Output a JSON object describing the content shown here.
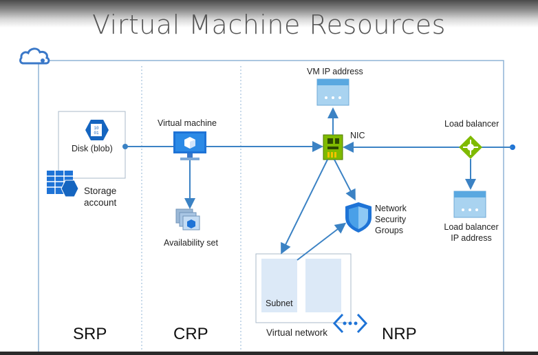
{
  "title": "Virtual Machine Resources",
  "nodes": {
    "disk": "Disk (blob)",
    "storage_line1": "Storage",
    "storage_line2": "account",
    "vm": "Virtual machine",
    "availability": "Availability set",
    "vm_ip": "VM IP address",
    "nic": "NIC",
    "load_balancer": "Load balancer",
    "lb_ip_line1": "Load balancer",
    "lb_ip_line2": "IP address",
    "nsg_line1": "Network",
    "nsg_line2": "Security",
    "nsg_line3": "Groups",
    "subnet": "Subnet",
    "vnet": "Virtual network"
  },
  "providers": [
    "SRP",
    "CRP",
    "NRP"
  ],
  "colors": {
    "azure_blue": "#0078d4",
    "line_blue": "#3b82c4",
    "nic_green": "#7fba00",
    "frame": "#8fb3d6"
  }
}
